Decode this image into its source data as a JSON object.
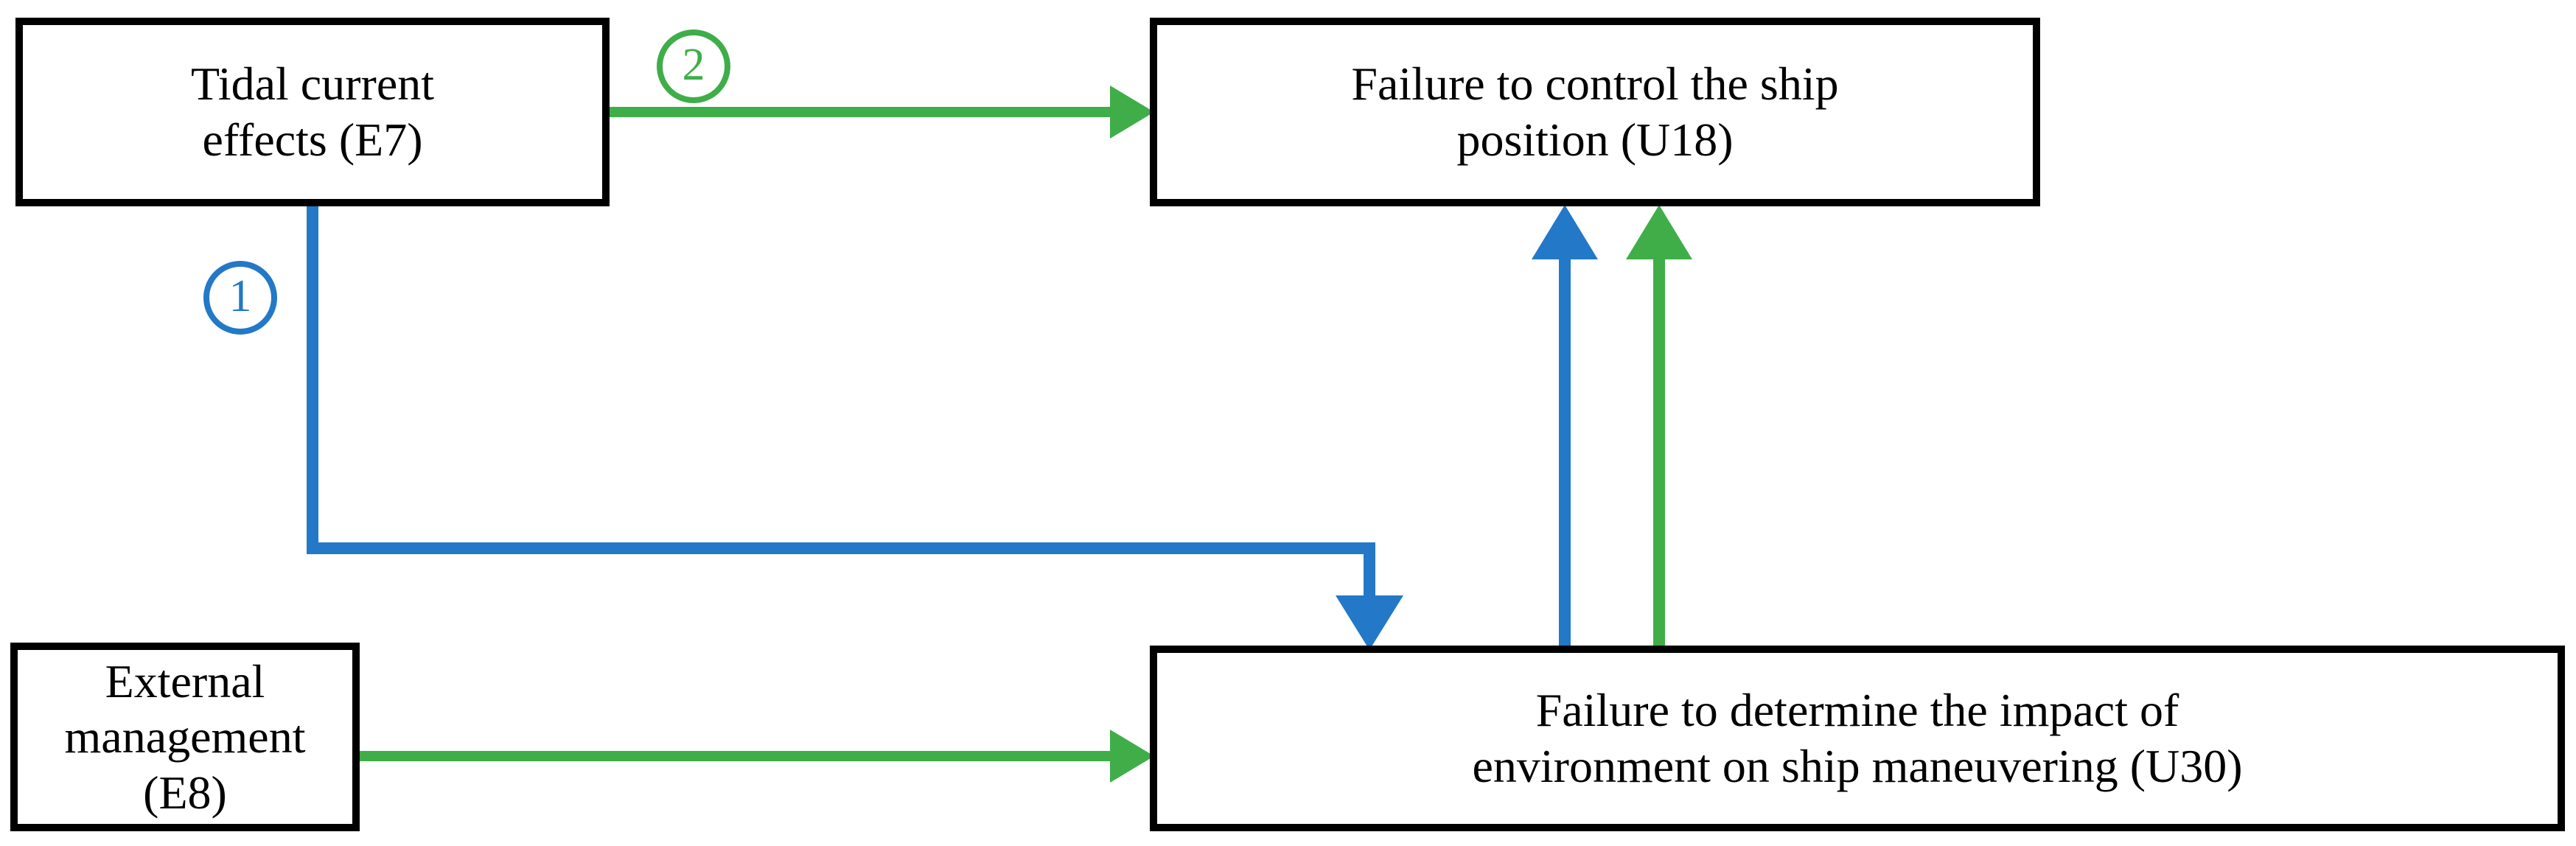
{
  "diagram": {
    "title": "Tidal current / external management fault propagation",
    "colors": {
      "box_border": "#000000",
      "box_fill": "#ffffff",
      "text": "#000000",
      "blue": "#2378c8",
      "green": "#3fae49"
    },
    "nodes": [
      {
        "id": "E7",
        "name": "tidal-current-effects",
        "label": "Tidal current\neffects (E7)",
        "code": "E7"
      },
      {
        "id": "U18",
        "name": "failure-to-control-ship-position",
        "label": "Failure to control the ship\nposition (U18)",
        "code": "U18"
      },
      {
        "id": "E8",
        "name": "external-management",
        "label": "External\nmanagement (E8)",
        "code": "E8"
      },
      {
        "id": "U30",
        "name": "failure-to-determine-impact-of-environment",
        "label": "Failure to determine the impact of\nenvironment on ship maneuvering (U30)",
        "code": "U30"
      }
    ],
    "markers": [
      {
        "id": "m1",
        "label": "1",
        "glyph": "①",
        "color": "#2378c8"
      },
      {
        "id": "m2",
        "label": "2",
        "glyph": "②",
        "color": "#3fae49"
      }
    ],
    "edges": [
      {
        "id": "e7-to-u18",
        "from": "E7",
        "to": "U18",
        "color": "#3fae49",
        "marker": "2",
        "style": "straight-horizontal"
      },
      {
        "id": "e7-to-u30",
        "from": "E7",
        "to": "U30",
        "color": "#2378c8",
        "marker": "1",
        "style": "elbow-down"
      },
      {
        "id": "e8-to-u30",
        "from": "E8",
        "to": "U30",
        "color": "#3fae49",
        "marker": "",
        "style": "straight-horizontal"
      },
      {
        "id": "u30-to-u18-blue",
        "from": "U30",
        "to": "U18",
        "color": "#2378c8",
        "marker": "",
        "style": "straight-vertical"
      },
      {
        "id": "u30-to-u18-green",
        "from": "U30",
        "to": "U18",
        "color": "#3fae49",
        "marker": "",
        "style": "straight-vertical"
      }
    ]
  }
}
